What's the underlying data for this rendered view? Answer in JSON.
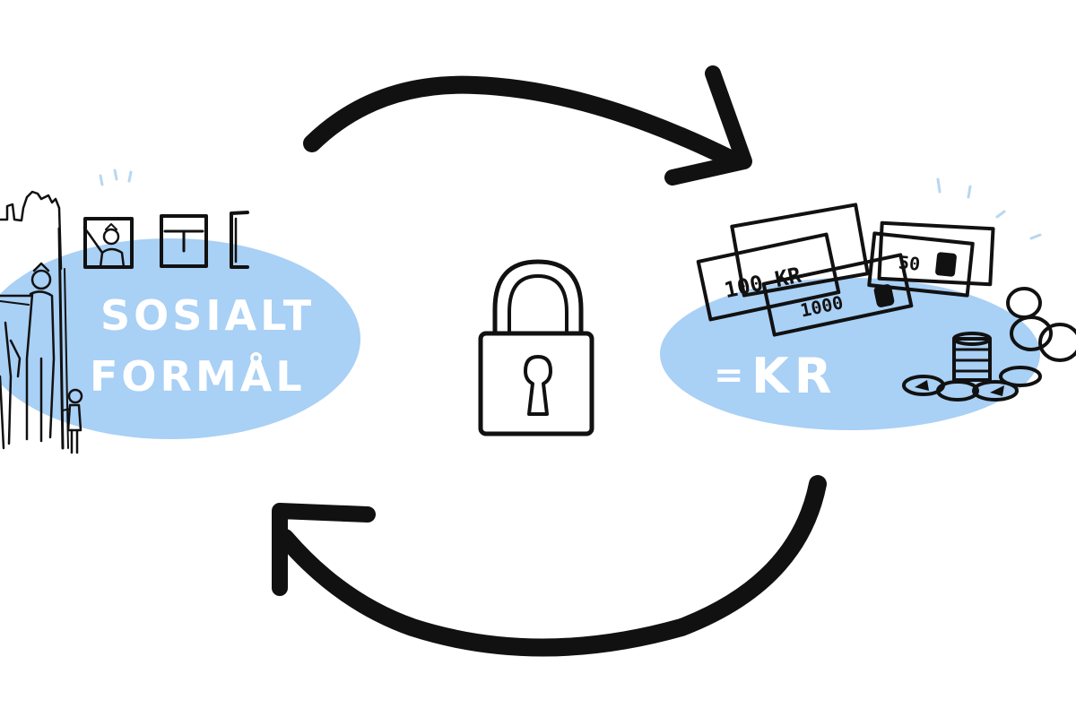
{
  "colors": {
    "background": "#ffffff",
    "ink": "#111111",
    "accent": "#a9d0f5",
    "spark": "#b8d7f0"
  },
  "left_node": {
    "label_line1": "SOSIALT",
    "label_line2": "FORMÅL",
    "icon": "people-city-illustration"
  },
  "center_node": {
    "icon": "padlock-icon"
  },
  "right_node": {
    "label": "KR",
    "label_prefix": "=",
    "banknote_1": "100 KR",
    "banknote_2": "1000",
    "banknote_3": "50",
    "icon": "money-pile-illustration"
  },
  "arrows": {
    "top": "curved-arrow-right-icon",
    "bottom": "curved-arrow-left-icon"
  }
}
